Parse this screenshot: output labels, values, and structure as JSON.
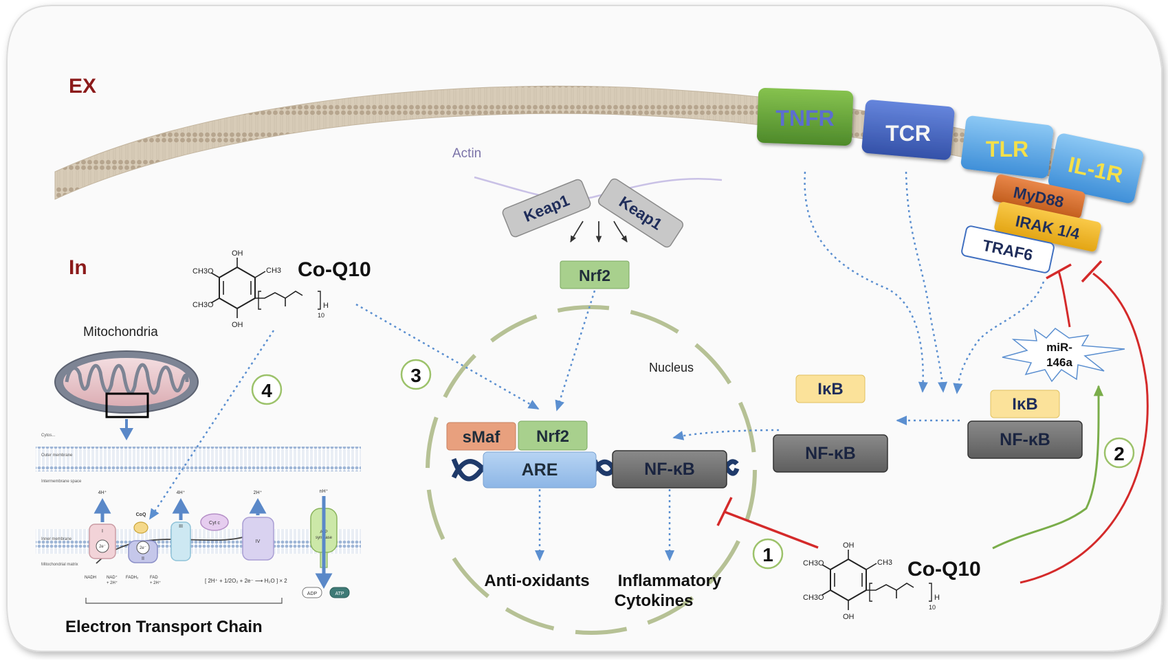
{
  "regions": {
    "extracellular": "EX",
    "intracellular": "In"
  },
  "labels": {
    "actin": "Actin",
    "nucleus": "Nucleus",
    "mitochondria": "Mitochondria",
    "etc_title": "Electron Transport Chain",
    "coq10_top": "Co-Q10",
    "coq10_bottom": "Co-Q10",
    "antioxidants": "Anti-oxidants",
    "inflammatory_1": "Inflammatory",
    "inflammatory_2": "Cytokines",
    "mir_1": "miR-",
    "mir_2": "146a"
  },
  "receptors": {
    "tnfr": "TNFR",
    "tcr": "TCR",
    "tlr": "TLR",
    "il1r": "IL-1R"
  },
  "adaptors": {
    "myd88": "MyD88",
    "irak": "IRAK 1/4",
    "traf6": "TRAF6"
  },
  "proteins": {
    "keap1_left": "Keap1",
    "keap1_right": "Keap1",
    "nrf2_cyto": "Nrf2",
    "nrf2_nuc": "Nrf2",
    "smaf": "sMaf",
    "are": "ARE",
    "nfkb_nuc": "NF-κB",
    "nfkb_mid": "NF-κB",
    "ikb_mid": "IκB",
    "nfkb_right": "NF-κB",
    "ikb_right": "IκB"
  },
  "pathway_numbers": [
    "1",
    "2",
    "3",
    "4"
  ],
  "molecule": {
    "oh": "OH",
    "ch3o": "CH3O",
    "ch3": "CH3",
    "h": "H",
    "n": "10"
  },
  "etc": {
    "cytosol": "Cytos...",
    "outer": "Outer membrane",
    "intermembrane": "Intermembrane space",
    "inner": "Inner membrane",
    "matrix": "Mitochondrial matrix",
    "c1": "I",
    "c2": "II",
    "c3": "III",
    "c4": "IV",
    "coq": "CoQ",
    "cytc": "Cyt c",
    "atp_synthase_1": "ATP",
    "atp_synthase_2": "synthase",
    "h4_1": "4H⁺",
    "h4_2": "4H⁺",
    "h2": "2H⁺",
    "nh": "nH⁺",
    "e2": "2e⁻",
    "nadh": "NADH",
    "nad": "NAD⁺",
    "nad2": "+ 2H⁺",
    "fadh": "FADH₂",
    "fad": "FAD",
    "fad2": "+ 2H⁺",
    "water": "[ 2H⁺ + 1/2O₂ + 2e⁻ ⟶ H₂O ] × 2",
    "adp": "ADP",
    "atp": "ATP"
  },
  "colors": {
    "ex_label": "#8B1A1A",
    "tnfr": "#6AAA3A",
    "tcr": "#4A6CC8",
    "tlr": "#5BA8E8",
    "il1r": "#5BA8E8",
    "receptor_text": "#F5E04A",
    "myd88": "#D9732A",
    "irak": "#F2B61C",
    "inhibition": "#D42A2A",
    "activation": "#7AAD4A",
    "dotted": "#5B8FD0",
    "nfkb": "#6E6E6E",
    "ikb": "#FBE29A",
    "nrf2": "#A8D08D",
    "smaf": "#E8A07E",
    "are": "#9EC3EE",
    "keap1": "#C8C8C8",
    "nucleus_border": "#B9C39A"
  },
  "icons": [
    "dna-helix-icon",
    "membrane-bilayer-icon",
    "mitochondrion-icon",
    "starburst-icon"
  ]
}
